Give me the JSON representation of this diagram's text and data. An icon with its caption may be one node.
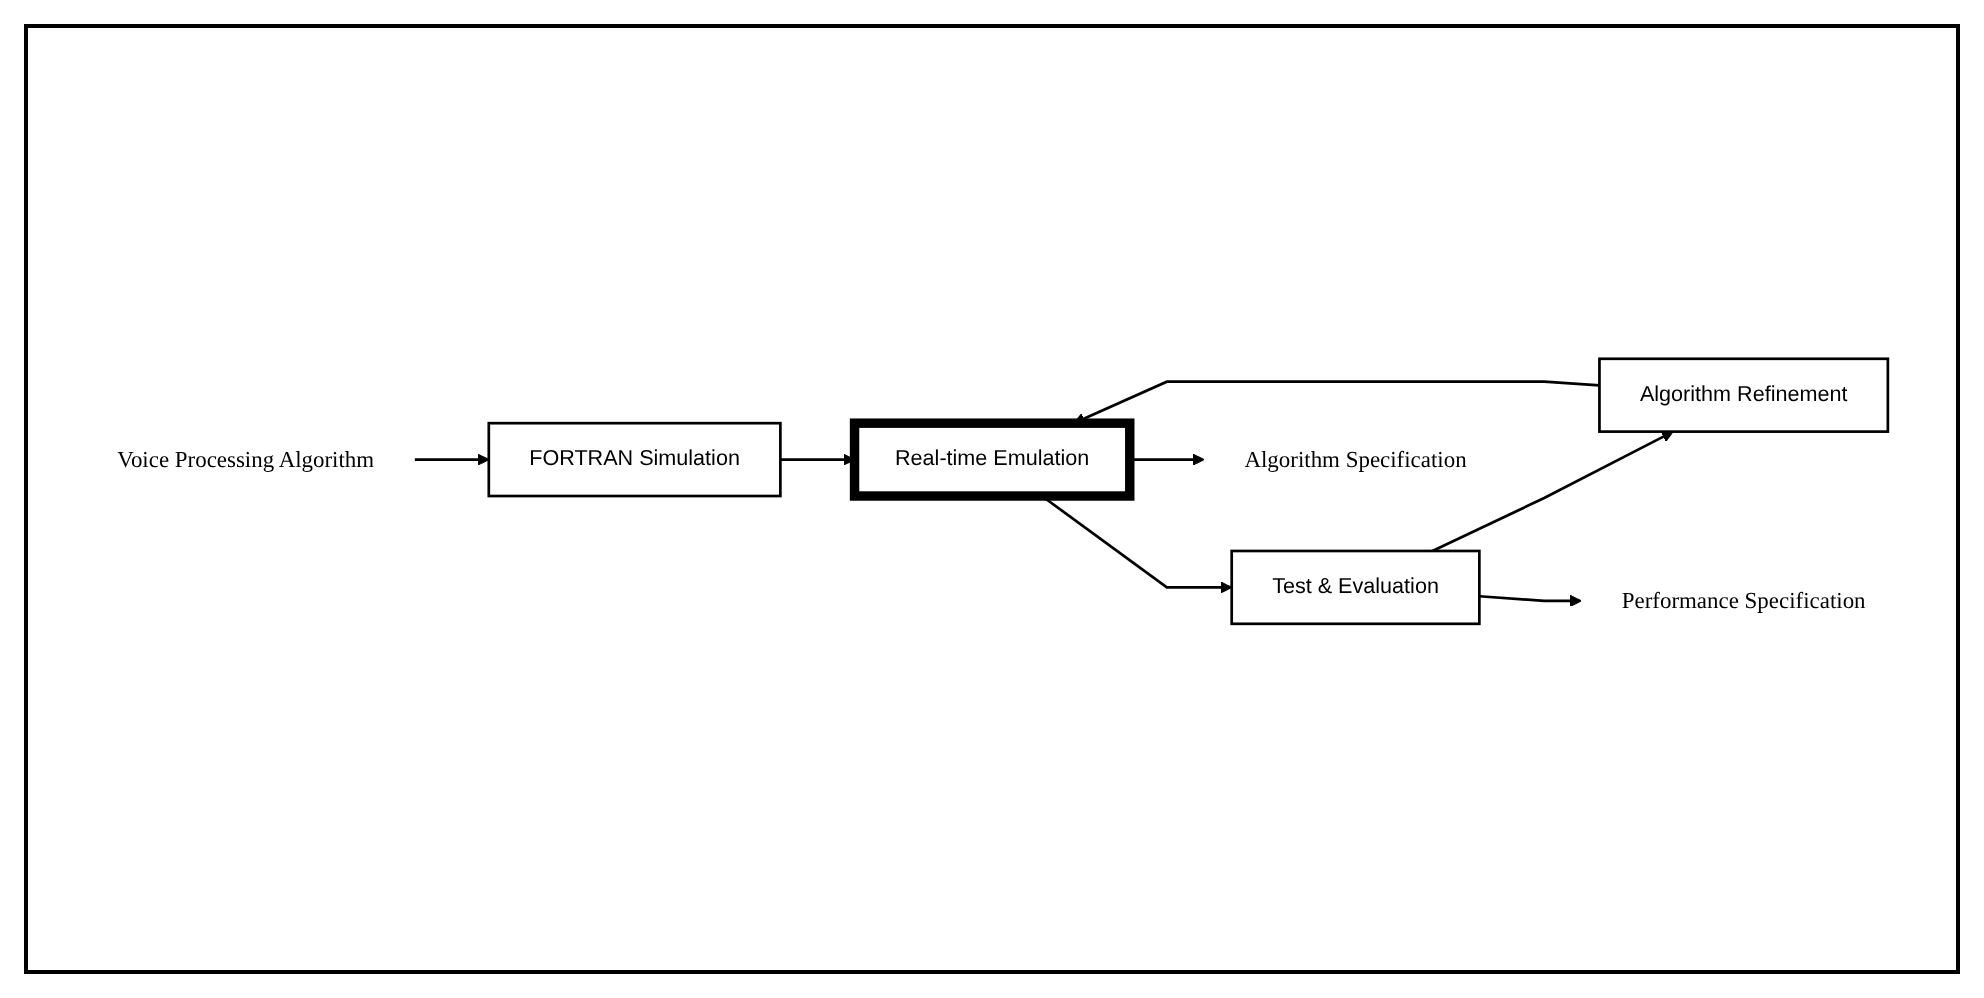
{
  "diagram": {
    "nodes": [
      {
        "text": [
          "Voice Processing Algorithm"
        ]
      },
      {
        "text": [
          "FORTRAN Simulation"
        ]
      },
      {
        "text": [
          "Real-time Emulation"
        ]
      },
      {
        "text": [
          "Algorithm Refinement"
        ]
      },
      {
        "text": [
          "Test & Evaluation"
        ]
      },
      {
        "text": [
          "Algorithm Specification"
        ]
      },
      {
        "text": [
          "Performance Specification"
        ]
      }
    ],
    "edges": [
      {
        "from": 0,
        "to": 1,
        "arrow": "to"
      },
      {
        "from": 1,
        "to": 2,
        "arrow": "to"
      },
      {
        "from": 2,
        "to": 4,
        "arrow": "to"
      },
      {
        "from": 4,
        "to": 3,
        "arrow": "to"
      },
      {
        "from": 3,
        "to": 2,
        "arrow": "to"
      },
      {
        "from": 2,
        "to": 5,
        "arrow": "to"
      },
      {
        "from": 4,
        "to": 6,
        "arrow": "to"
      }
    ]
  }
}
